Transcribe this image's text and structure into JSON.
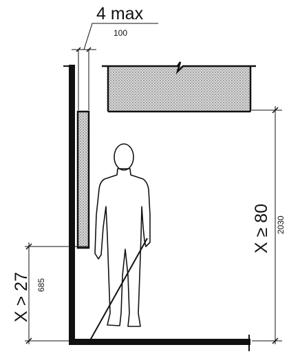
{
  "diagram": {
    "top_dimension": {
      "label": "4 max",
      "metric": "100"
    },
    "left_dimension": {
      "label": "X > 27",
      "metric": "685"
    },
    "right_dimension": {
      "label": "X ≥ 80",
      "metric": "2030"
    }
  }
}
